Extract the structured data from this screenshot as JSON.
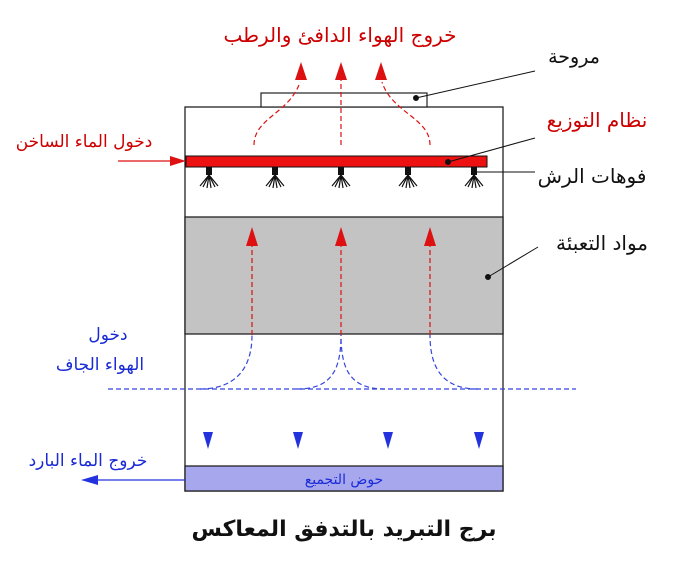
{
  "diagram": {
    "title": "برج التبريد بالتدفق المعاكس",
    "labels": {
      "exhaust": "خروج الهواء الدافئ والرطب",
      "fan": "مروحة",
      "distribution": "نظام التوزيع",
      "hot_water_in": "دخول الماء الساخن",
      "nozzles": "فوهات الرش",
      "fill": "مواد التعبئة",
      "dry_air_line1": "دخول",
      "dry_air_line2": "الهواء الجاف",
      "cold_water_out": "خروج الماء البارد",
      "basin": "حوض التجميع"
    },
    "colors": {
      "warm": "#cc0000",
      "cool": "#1a2bd6",
      "fill_media": "#c3c3c3",
      "basin": "#a7a7ee",
      "distribution_bar": "#ee1111",
      "outline": "#222222"
    },
    "icons": {
      "nozzle": "spray-nozzle-icon",
      "fan": "fan-housing-icon"
    }
  }
}
